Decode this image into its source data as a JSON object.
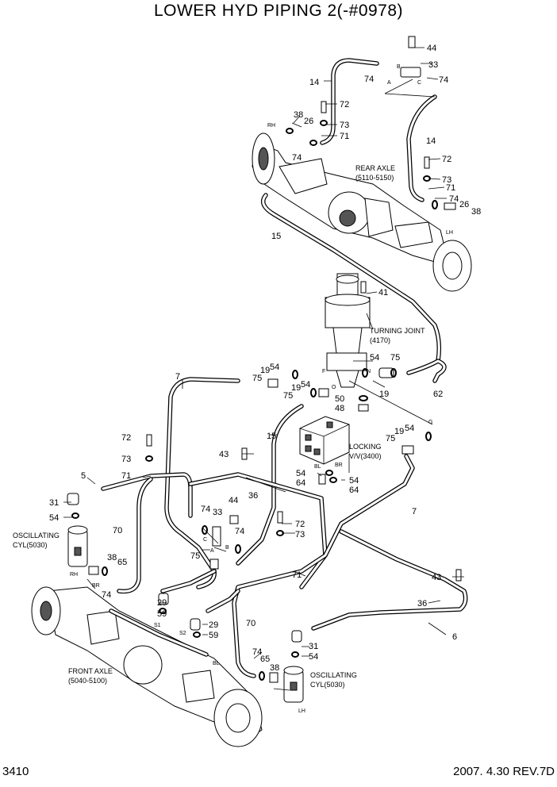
{
  "title": "LOWER HYD PIPING 2(-#0978)",
  "footer": {
    "page_code": "3410",
    "revision": "2007. 4.30  REV.7D"
  },
  "labels": {
    "rear_axle": [
      "REAR AXLE",
      "(5110-5150)"
    ],
    "turning_joint": [
      "TURNING JOINT",
      "(4170)"
    ],
    "locking_valve": [
      "LOCKING",
      "V/V(3400)"
    ],
    "osc_cyl_left": [
      "OSCILLATING",
      "CYL(5030)"
    ],
    "osc_cyl_right": [
      "OSCILLATING",
      "CYL(5030)"
    ],
    "front_axle": [
      "FRONT AXLE",
      "(5040-5100)"
    ]
  },
  "ports": {
    "rh_rear": "RH",
    "lh_rear": "LH",
    "a_top": "A",
    "b_top": "B",
    "c_top": "C",
    "n": "N",
    "f": "F",
    "o": "O",
    "g": "G",
    "bl_valve": "BL",
    "br_valve": "BR",
    "c_mid": "C",
    "a_mid": "A",
    "b_mid": "B",
    "rh_front": "RH",
    "br_front": "BR",
    "s1": "S1",
    "s2": "S2",
    "bl_front": "BL",
    "lh_front": "LH"
  },
  "callouts": [
    "44",
    "33",
    "74",
    "74",
    "14",
    "72",
    "38",
    "26",
    "73",
    "71",
    "74",
    "14",
    "72",
    "73",
    "71",
    "74",
    "26",
    "38",
    "15",
    "41",
    "54",
    "75",
    "19",
    "62",
    "7",
    "19",
    "54",
    "75",
    "19",
    "54",
    "75",
    "50",
    "48",
    "15",
    "72",
    "73",
    "43",
    "75",
    "19",
    "54",
    "5",
    "71",
    "54",
    "64",
    "54",
    "64",
    "36",
    "7",
    "31",
    "54",
    "74",
    "33",
    "44",
    "74",
    "70",
    "72",
    "73",
    "75",
    "38",
    "65",
    "74",
    "71",
    "43",
    "36",
    "29",
    "59",
    "29",
    "59",
    "70",
    "6",
    "74",
    "65",
    "38",
    "31",
    "54"
  ]
}
